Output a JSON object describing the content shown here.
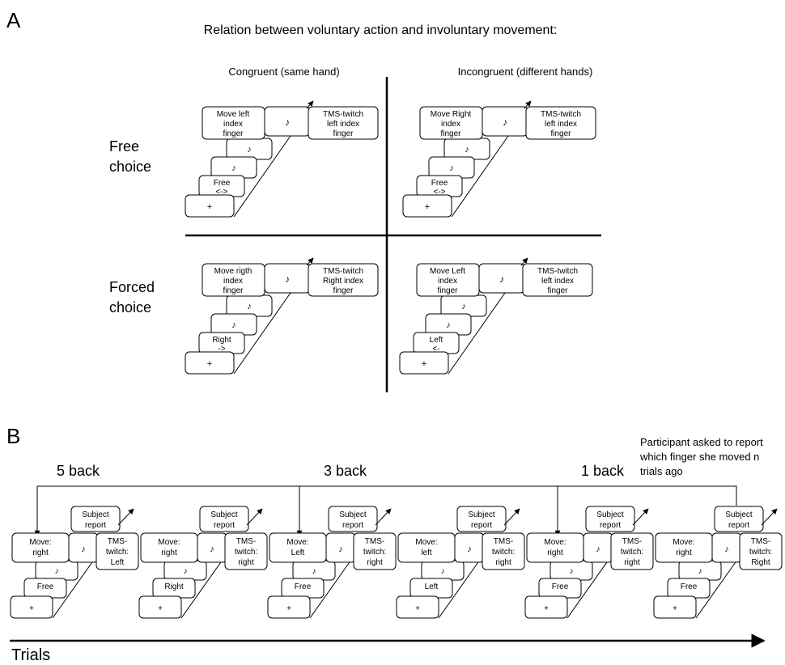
{
  "panel_a": {
    "letter": "A",
    "title": "Relation between voluntary action and involuntary movement:",
    "col_congruent": "Congruent (same hand)",
    "col_incongruent": "Incongruent (different hands)",
    "row_free": [
      "Free",
      "choice"
    ],
    "row_forced": [
      "Forced",
      "choice"
    ],
    "quadrants": [
      {
        "action": [
          "Move left",
          "index",
          "finger"
        ],
        "tone": "♪",
        "twitch": [
          "TMS-twitch",
          "left index",
          "finger"
        ],
        "cue": [
          "Free",
          "<->"
        ],
        "fix": "+",
        "tone2": "♪",
        "tone3": "♪"
      },
      {
        "action": [
          "Move Right",
          "index",
          "finger"
        ],
        "tone": "♪",
        "twitch": [
          "TMS-twitch",
          "left index",
          "finger"
        ],
        "cue": [
          "Free",
          "<->"
        ],
        "fix": "+",
        "tone2": "♪",
        "tone3": "♪"
      },
      {
        "action": [
          "Move rigth",
          "index",
          "finger"
        ],
        "tone": "♪",
        "twitch": [
          "TMS-twitch",
          "Right index",
          "finger"
        ],
        "cue": [
          "Right",
          "->"
        ],
        "fix": "+",
        "tone2": "♪",
        "tone3": "♪"
      },
      {
        "action": [
          "Move Left",
          "index",
          "finger"
        ],
        "tone": "♪",
        "twitch": [
          "TMS-twitch",
          "left index",
          "finger"
        ],
        "cue": [
          "Left",
          "<-"
        ],
        "fix": "+",
        "tone2": "♪",
        "tone3": "♪"
      }
    ]
  },
  "panel_b": {
    "letter": "B",
    "note": [
      "Participant asked to report",
      "which finger she moved n",
      "trials ago"
    ],
    "back_labels": [
      "5 back",
      "3 back",
      "1 back"
    ],
    "axis_label": "Trials",
    "trials": [
      {
        "action": [
          "Move:",
          "right"
        ],
        "tone": "♪",
        "twitch": [
          "TMS-",
          "twitch:",
          "Left"
        ],
        "report": [
          "Subject",
          "report"
        ],
        "cue": "Free",
        "fix": "+",
        "tone2": "♪",
        "tone3": "♪"
      },
      {
        "action": [
          "Move:",
          "right"
        ],
        "tone": "♪",
        "twitch": [
          "TMS-",
          "twitch:",
          "right"
        ],
        "report": [
          "Subject",
          "report"
        ],
        "cue": "Right",
        "fix": "+",
        "tone2": "♪",
        "tone3": "♪"
      },
      {
        "action": [
          "Move:",
          "Left"
        ],
        "tone": "♪",
        "twitch": [
          "TMS-",
          "twitch:",
          "right"
        ],
        "report": [
          "Subject",
          "report"
        ],
        "cue": "Free",
        "fix": "+",
        "tone2": "♪",
        "tone3": "♪"
      },
      {
        "action": [
          "Move:",
          "left"
        ],
        "tone": "♪",
        "twitch": [
          "TMS-",
          "twitch:",
          "right"
        ],
        "report": [
          "Subject",
          "report"
        ],
        "cue": "Left",
        "fix": "+",
        "tone2": "♪",
        "tone3": "♪"
      },
      {
        "action": [
          "Move:",
          "right"
        ],
        "tone": "♪",
        "twitch": [
          "TMS-",
          "twitch:",
          "right"
        ],
        "report": [
          "Subject",
          "report"
        ],
        "cue": "Free",
        "fix": "+",
        "tone2": "♪",
        "tone3": "♪"
      },
      {
        "action": [
          "Move:",
          "right"
        ],
        "tone": "♪",
        "twitch": [
          "TMS-",
          "twitch:",
          "Right"
        ],
        "report": [
          "Subject",
          "report"
        ],
        "cue": "Free",
        "fix": "+",
        "tone2": "♪",
        "tone3": "♪"
      }
    ]
  }
}
